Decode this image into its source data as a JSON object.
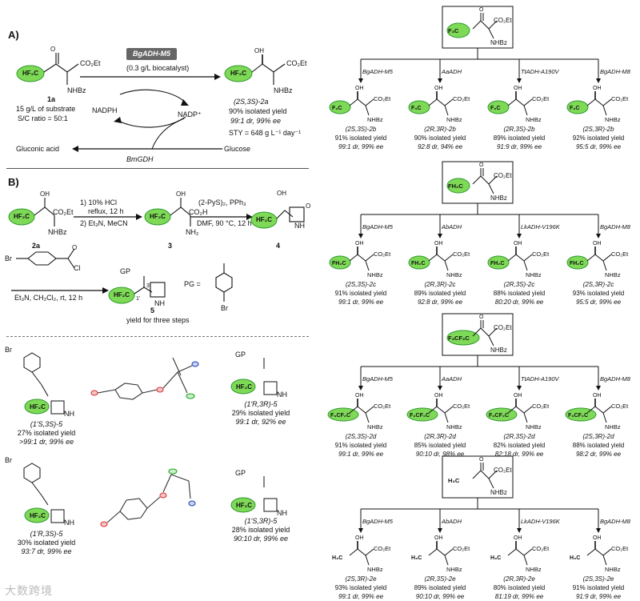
{
  "sectionA": {
    "label": "A)",
    "enzyme_badge": "BgADH-M5",
    "catalyst": "(0.3 g/L biocatalyst)",
    "substrate_code": "1a",
    "substrate_conc": "15 g/L of substrate",
    "sc_ratio": "S/C ratio = 50:1",
    "product_name": "(2S,3S)-2a",
    "product_yield": "90% isolated yield",
    "product_sel": "99:1 dr, 99% ee",
    "sty": "STY = 648 g L⁻¹ day⁻¹",
    "cofactor_red": "NADPH",
    "cofactor_ox": "NADP⁺",
    "gluconic": "Gluconic acid",
    "glucose": "Glucose",
    "gdh": "BmGDH",
    "cf3": "HF₂C",
    "co2et": "CO₂Et",
    "nhbz": "NHBz",
    "oh": "OH"
  },
  "sectionB": {
    "label": "B)",
    "step1_a": "1) 10% HCl",
    "step1_b": "reflux, 12 h",
    "step1_c": "2) Et₃N, MeCN",
    "step2_a": "(2-PyS)₂, PPh₃",
    "step2_b": "DMF, 90 °C, 12 h",
    "c2a": "2a",
    "c3": "3",
    "c4": "4",
    "c5": "5",
    "co2h": "CO₂H",
    "nh2": "NH₂",
    "nh": "NH",
    "br": "Br",
    "cl": "Cl",
    "step3": "Et₃N, CH₂Cl₂, rt, 12 h",
    "gp": "GP",
    "pg_eq": "PG =",
    "yield3": "yield for three steps",
    "pos1": "1'",
    "pos3": "3"
  },
  "isomers": [
    {
      "name": "(1'S,3S)-5",
      "yield": "27% isolated yield",
      "sel": ">99:1 dr, 99% ee"
    },
    {
      "name": "(1'R,3R)-5",
      "yield": "29% isolated yield",
      "sel": "99:1 dr, 92% ee"
    },
    {
      "name": "(1'R,3S)-5",
      "yield": "30% isolated yield",
      "sel": "93:7 dr, 99% ee"
    },
    {
      "name": "(1'S,3R)-5",
      "yield": "28% isolated yield",
      "sel": "90:10 dr, 99% ee"
    }
  ],
  "trees": [
    {
      "group": "F₃C",
      "entries": [
        {
          "enz": "BgADH-M5",
          "name": "(2S,3S)-2b",
          "yield": "91% isolated yield",
          "sel": "99:1 dr, 99% ee"
        },
        {
          "enz": "AaADH",
          "name": "(2R,3R)-2b",
          "yield": "90% isolated yield",
          "sel": "92:8 dr, 94% ee"
        },
        {
          "enz": "TtADH-A190V",
          "name": "(2R,3S)-2b",
          "yield": "89% isolated yield",
          "sel": "91:9 dr, 99% ee"
        },
        {
          "enz": "BgADH-M8",
          "name": "(2S,3R)-2b",
          "yield": "92% isolated yield",
          "sel": "95:5 dr, 99% ee"
        }
      ]
    },
    {
      "group": "FH₂C",
      "entries": [
        {
          "enz": "BgADH-M5",
          "name": "(2S,3S)-2c",
          "yield": "91% isolated yield",
          "sel": "99:1 dr, 99% ee"
        },
        {
          "enz": "AbADH",
          "name": "(2R,3R)-2c",
          "yield": "89% isolated yield",
          "sel": "92:8 dr, 99% ee"
        },
        {
          "enz": "LkADH-V196K",
          "name": "(2R,3S)-2c",
          "yield": "88% isolated yield",
          "sel": "80:20 dr, 99% ee"
        },
        {
          "enz": "BgADH-M8",
          "name": "(2S,3R)-2c",
          "yield": "93% isolated yield",
          "sel": "95:5 dr, 99% ee"
        }
      ]
    },
    {
      "group": "F₃CF₂C",
      "entries": [
        {
          "enz": "BgADH-M5",
          "name": "(2S,3S)-2d",
          "yield": "91% isolated yield",
          "sel": "99:1 dr, 99% ee"
        },
        {
          "enz": "AaADH",
          "name": "(2R,3R)-2d",
          "yield": "85% isolated yield",
          "sel": "90:10 dr, 98% ee"
        },
        {
          "enz": "TtADH-A190V",
          "name": "(2R,3S)-2d",
          "yield": "82% isolated yield",
          "sel": "82:18 dr, 99% ee"
        },
        {
          "enz": "BgADH-M8",
          "name": "(2S,3R)-2d",
          "yield": "88% isolated yield",
          "sel": "98:2 dr, 99% ee"
        }
      ]
    },
    {
      "group": "H₃C",
      "entries": [
        {
          "enz": "BgADH-M5",
          "name": "(2S,3R)-2e",
          "yield": "93% isolated yield",
          "sel": "99:1 dr, 99% ee"
        },
        {
          "enz": "AbADH",
          "name": "(2R,3S)-2e",
          "yield": "89% isolated yield",
          "sel": "90:10 dr, 99% ee"
        },
        {
          "enz": "LkADH-V196K",
          "name": "(2R,3R)-2e",
          "yield": "80% isolated yield",
          "sel": "81:19 dr, 99% ee"
        },
        {
          "enz": "BgADH-M8",
          "name": "(2S,3S)-2e",
          "yield": "91% isolated yield",
          "sel": "91:9 dr, 99% ee"
        }
      ]
    }
  ],
  "labels": {
    "co2et": "CO₂Et",
    "nhbz": "NHBz",
    "oh": "OH",
    "o": "O"
  },
  "watermark": "大数跨境"
}
